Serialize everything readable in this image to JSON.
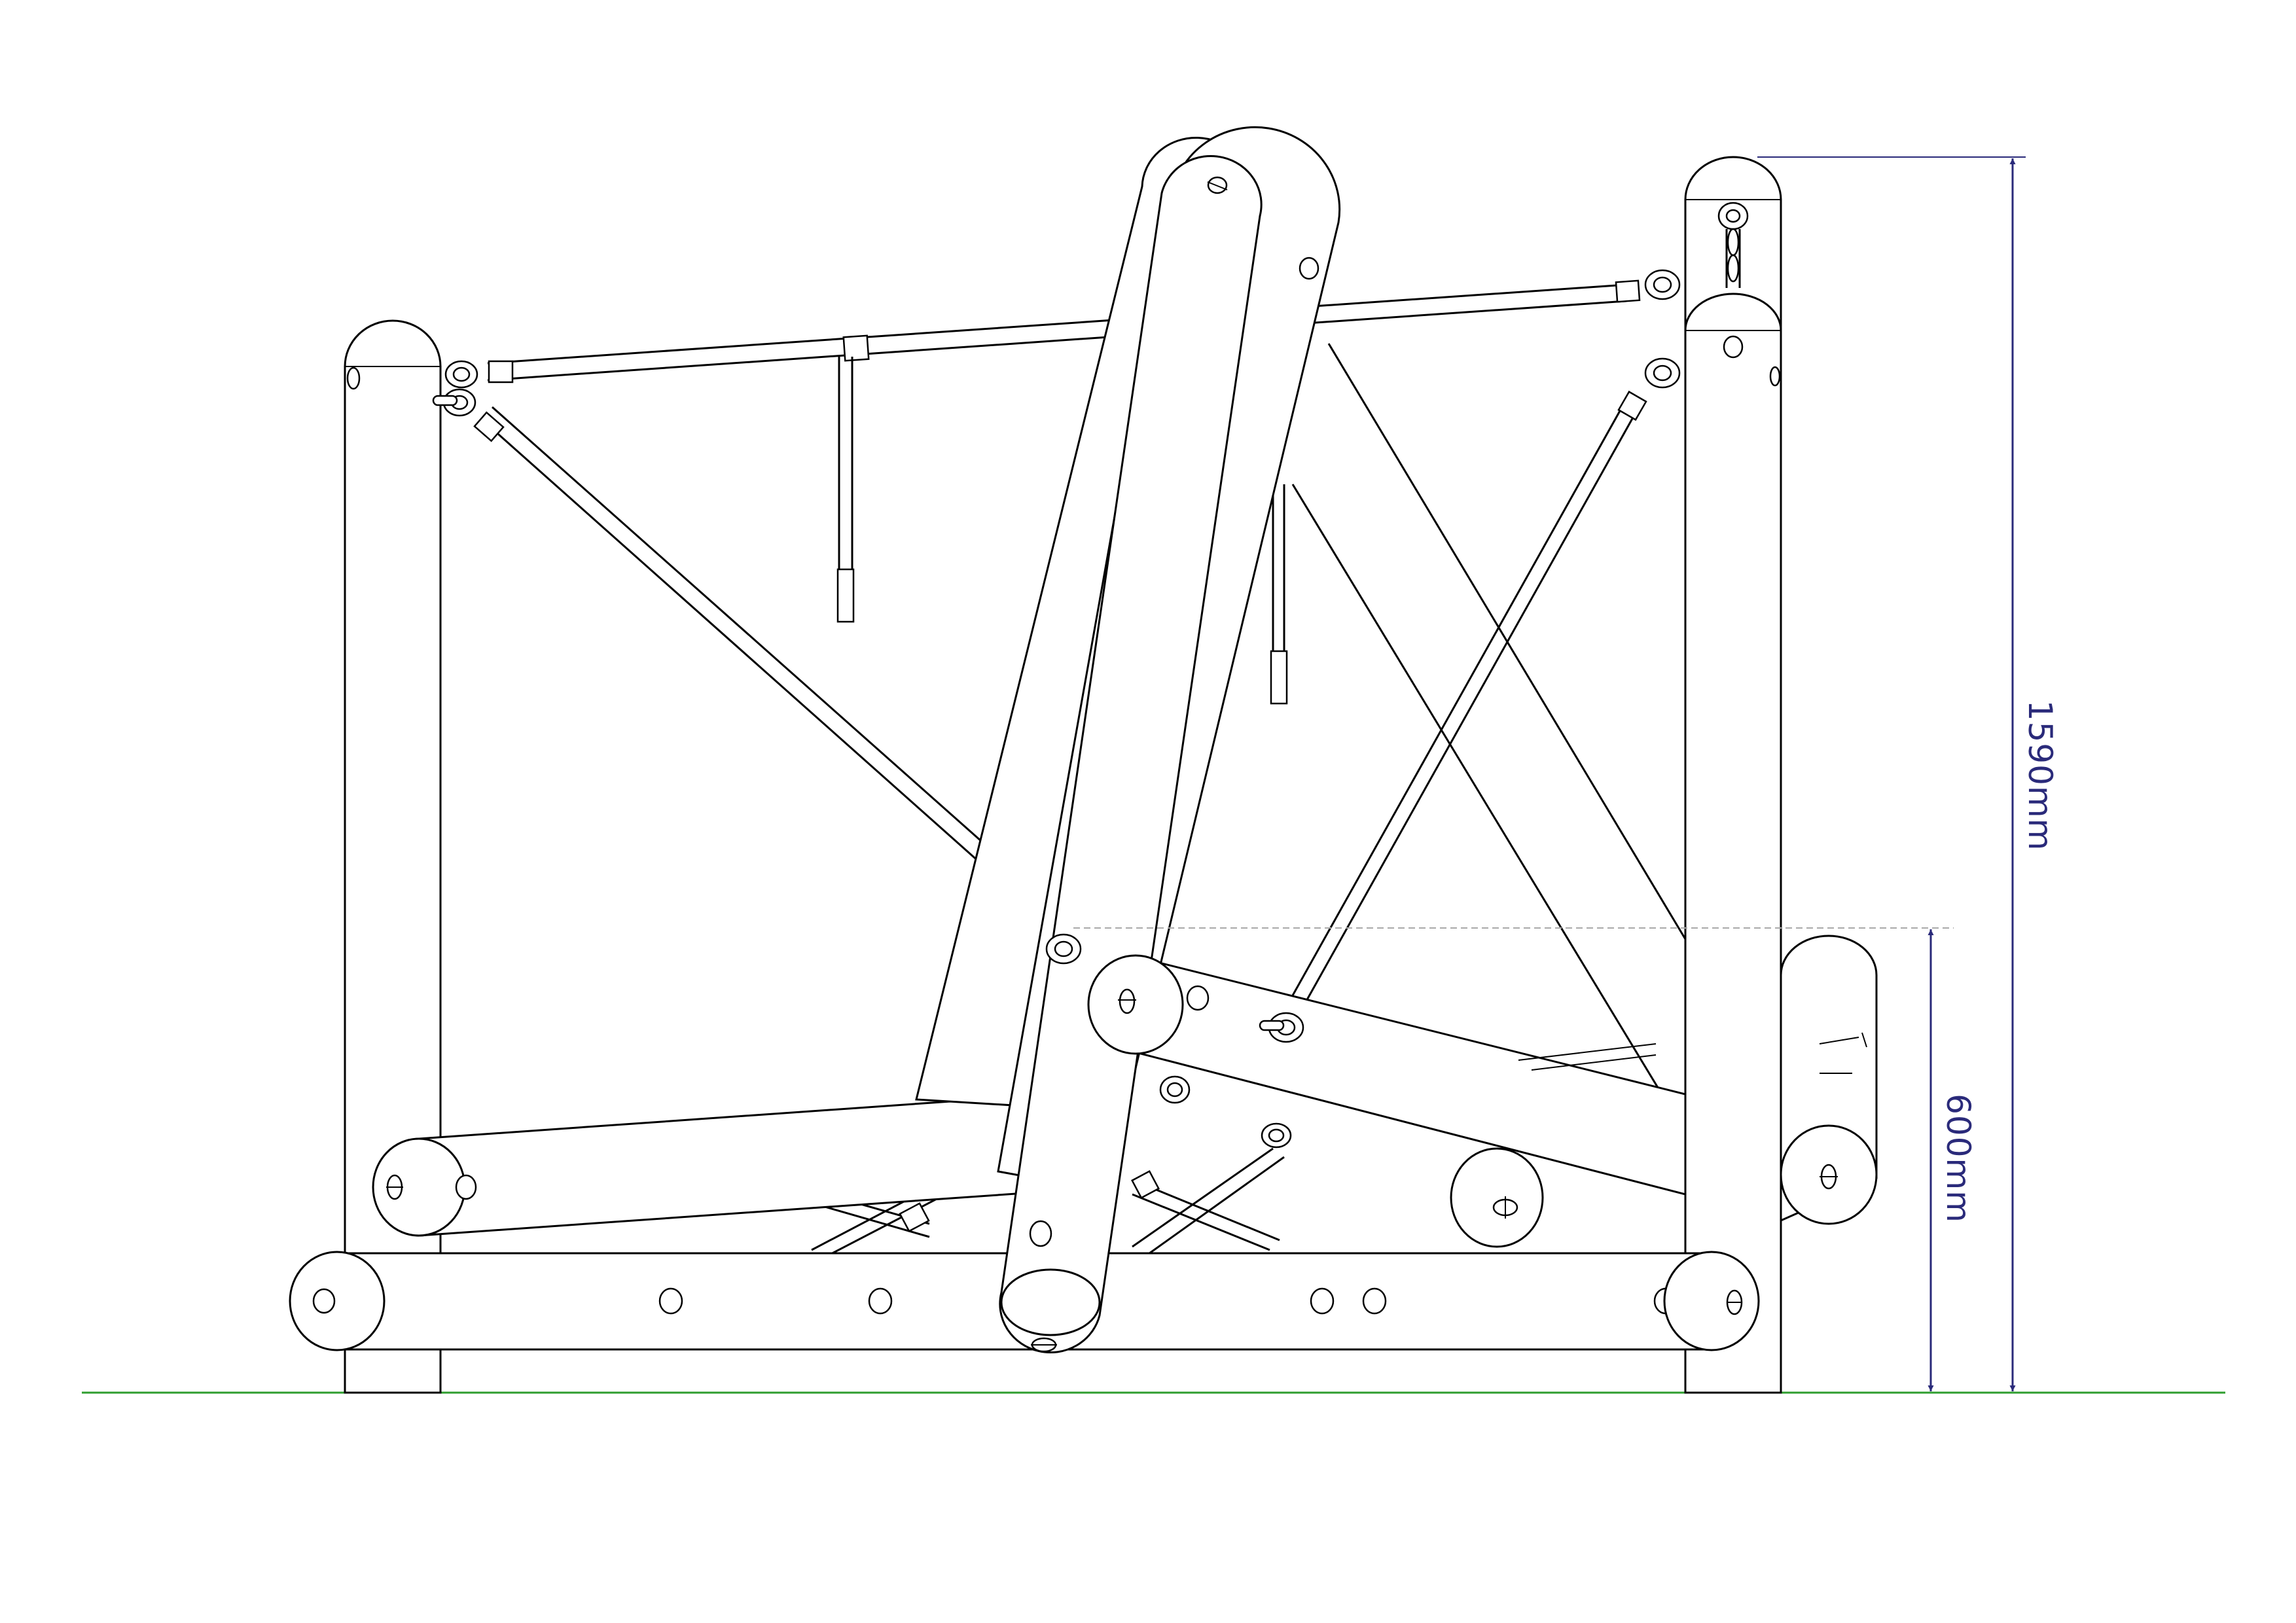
{
  "dimensions": {
    "total_height": {
      "label": "1590mm",
      "value_mm": 1590
    },
    "platform_height": {
      "label": "600mm",
      "value_mm": 600
    }
  },
  "colors": {
    "line": "#000000",
    "dimension": "#2a2a7a",
    "ground": "#2e9e2e",
    "guide": "#aaaaaa",
    "fill": "#ffffff"
  }
}
